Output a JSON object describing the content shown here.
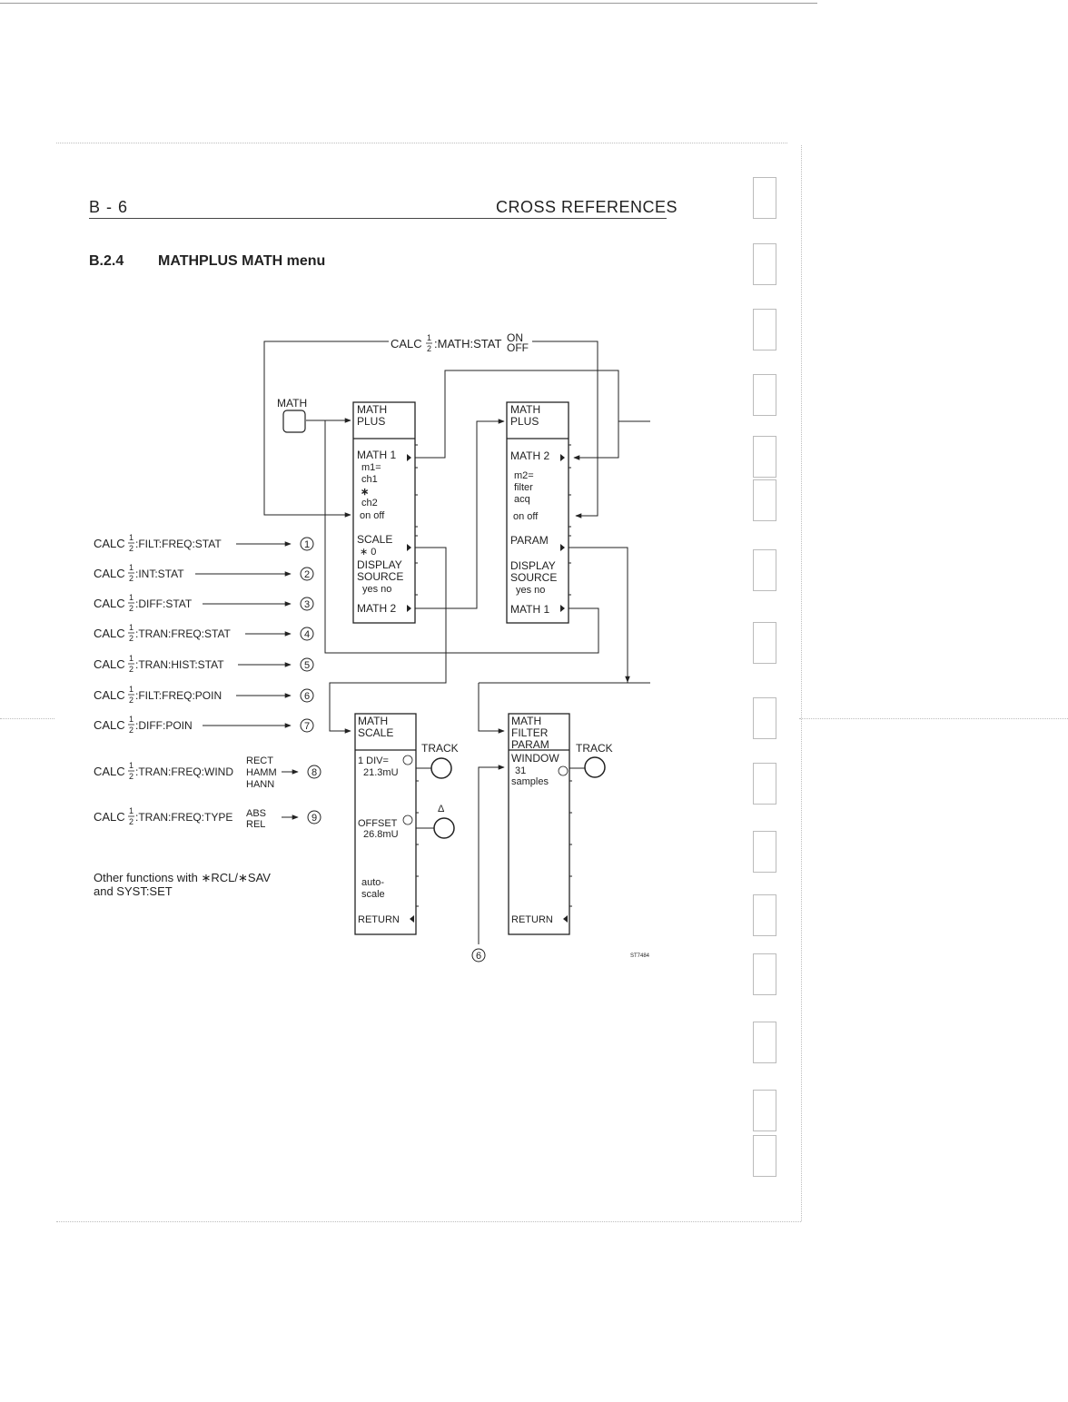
{
  "header": {
    "page_id": "B - 6",
    "chapter": "CROSS REFERENCES",
    "section_number": "B.2.4",
    "section_title": "MATHPLUS MATH menu"
  },
  "top_command": {
    "prefix": "CALC",
    "suffix": ":MATH:STAT",
    "on": "ON",
    "off": "OFF"
  },
  "math_key_label": "MATH",
  "fraction": {
    "num": "1",
    "den": "2"
  },
  "math1_menu": {
    "title": [
      "MATH",
      "PLUS"
    ],
    "items": [
      {
        "id": "math1",
        "lines": [
          "MATH 1"
        ],
        "arrow": true
      },
      {
        "id": "m1",
        "lines": [
          "m1=",
          "ch1",
          "∗",
          "ch2",
          "on off"
        ],
        "arrow": false
      },
      {
        "id": "scale",
        "lines": [
          "SCALE",
          "∗   0"
        ],
        "arrow": true
      },
      {
        "id": "display-source",
        "lines": [
          "DISPLAY",
          "SOURCE",
          "yes no"
        ],
        "arrow": false
      },
      {
        "id": "math2",
        "lines": [
          "MATH 2"
        ],
        "arrow": true
      }
    ]
  },
  "math2_menu": {
    "title": [
      "MATH",
      "PLUS"
    ],
    "items": [
      {
        "id": "math2",
        "lines": [
          "MATH 2"
        ],
        "arrow": true
      },
      {
        "id": "m2",
        "lines": [
          "m2=",
          "filter",
          "acq",
          "on off"
        ],
        "arrow": false
      },
      {
        "id": "param",
        "lines": [
          "PARAM"
        ],
        "arrow": true
      },
      {
        "id": "display-source",
        "lines": [
          "DISPLAY",
          "SOURCE",
          "yes no"
        ],
        "arrow": false
      },
      {
        "id": "math1",
        "lines": [
          "MATH 1"
        ],
        "arrow": true
      }
    ]
  },
  "scale_menu": {
    "title": [
      "MATH",
      "SCALE"
    ],
    "items": [
      {
        "id": "div",
        "lines": [
          "1 DIV=",
          "21.3mU"
        ]
      },
      {
        "id": "offset",
        "lines": [
          "OFFSET",
          "26.8mU"
        ]
      },
      {
        "id": "autoscale",
        "lines": [
          "auto-",
          "scale"
        ]
      },
      {
        "id": "return",
        "lines": [
          "RETURN"
        ]
      }
    ],
    "track_label": "TRACK",
    "delta_label": "Δ"
  },
  "filter_menu": {
    "title": [
      "MATH",
      "FILTER",
      "PARAM"
    ],
    "items": [
      {
        "id": "window",
        "lines": [
          "WINDOW",
          "31",
          "samples"
        ]
      },
      {
        "id": "return",
        "lines": [
          "RETURN"
        ]
      }
    ],
    "track_label": "TRACK"
  },
  "commands": [
    {
      "text": ":FILT:FREQ:STAT",
      "ref": "1"
    },
    {
      "text": ":INT:STAT",
      "ref": "2"
    },
    {
      "text": ":DIFF:STAT",
      "ref": "3"
    },
    {
      "text": ":TRAN:FREQ:STAT",
      "ref": "4"
    },
    {
      "text": ":TRAN:HIST:STAT",
      "ref": "5"
    },
    {
      "text": ":FILT:FREQ:POIN",
      "ref": "6"
    },
    {
      "text": ":DIFF:POIN",
      "ref": "7"
    },
    {
      "text": ":TRAN:FREQ:WIND",
      "ref": "8",
      "options": [
        "RECT",
        "HAMM",
        "HANN"
      ]
    },
    {
      "text": ":TRAN:FREQ:TYPE",
      "ref": "9",
      "options": [
        "ABS",
        "REL"
      ]
    }
  ],
  "calc_prefix": "CALC",
  "other_functions": [
    "Other functions with ∗RCL/∗SAV",
    "and SYST:SET"
  ],
  "bottom_ref": "6",
  "figure_code": "ST7484"
}
